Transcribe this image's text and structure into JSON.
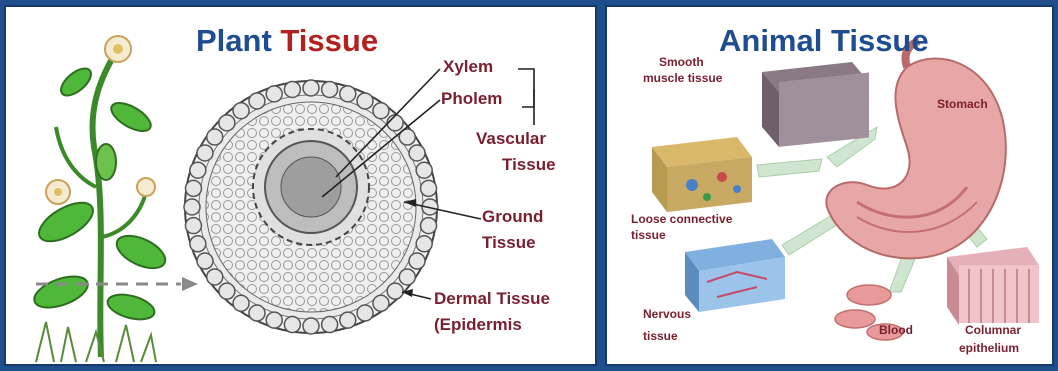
{
  "plant": {
    "title_word1": "Plant",
    "title_word2": "Tissue",
    "labels": {
      "xylem": "Xylem",
      "pholem": "Pholem",
      "vascular": "Vascular",
      "vascular2": "Tissue",
      "ground": "Ground",
      "ground2": "Tissue",
      "dermal": "Dermal Tissue",
      "dermal2": "(Epidermis"
    }
  },
  "animal": {
    "title": "Animal Tissue",
    "labels": {
      "smooth": "Smooth",
      "smooth2": "muscle tissue",
      "stomach": "Stomach",
      "loose": "Loose connective",
      "loose2": "tissue",
      "nervous": "Nervous",
      "nervous2": "tissue",
      "blood": "Blood",
      "columnar": "Columnar",
      "columnar2": "epithelium"
    }
  },
  "colors": {
    "frame": "#1f4e8c",
    "title_blue": "#1e4d92",
    "title_red": "#b32020",
    "label": "#7a1f2e"
  }
}
